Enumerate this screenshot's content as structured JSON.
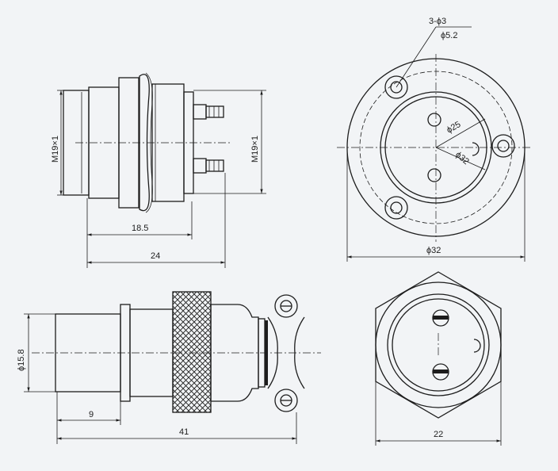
{
  "colors": {
    "paper": "#f2f4f6",
    "ink": "#1d1d1d"
  },
  "labels": {
    "top_left_thread_left": "M19×1",
    "top_left_thread_right": "M19×1",
    "top_left_dim_18_5": "18.5",
    "top_left_dim_24": "24",
    "top_right_holes": "3-ϕ3",
    "top_right_hole_pcd": "ϕ5.2",
    "top_right_dia_25": "ϕ25",
    "top_right_dia_32_inner": "ϕ32",
    "top_right_dia_32": "ϕ32",
    "bottom_left_dia": "ϕ15.8",
    "bottom_left_dim_9": "9",
    "bottom_left_dim_41": "41",
    "bottom_right_dim_22": "22"
  }
}
